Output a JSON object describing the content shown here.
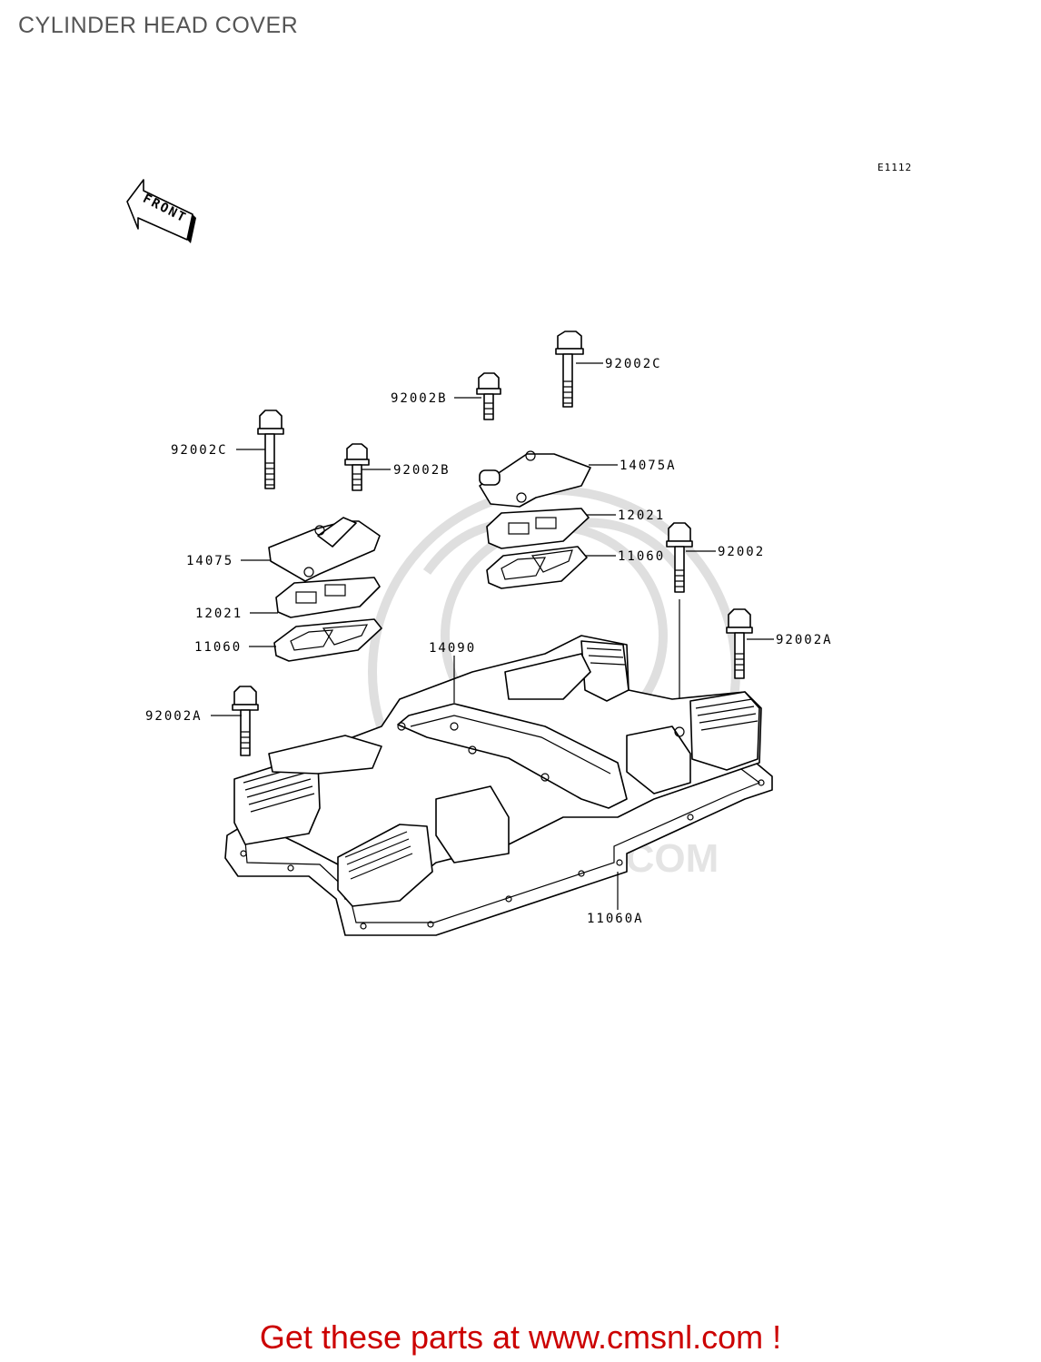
{
  "title": "CYLINDER HEAD COVER",
  "diagram_code": "E1112",
  "front_label": "FRONT",
  "watermark_text": "CMSNL.COM",
  "parts": {
    "p92002C_right": "92002C",
    "p92002B_top": "92002B",
    "p92002C_left": "92002C",
    "p92002B_mid": "92002B",
    "p14075A": "14075A",
    "p12021_right": "12021",
    "p11060_right": "11060",
    "p92002": "92002",
    "p14075": "14075",
    "p12021_left": "12021",
    "p11060_left": "11060",
    "p14090": "14090",
    "p92002A_right": "92002A",
    "p92002A_left": "92002A",
    "p11060A": "11060A"
  },
  "footer": "Get these parts at www.cmsnl.com !"
}
